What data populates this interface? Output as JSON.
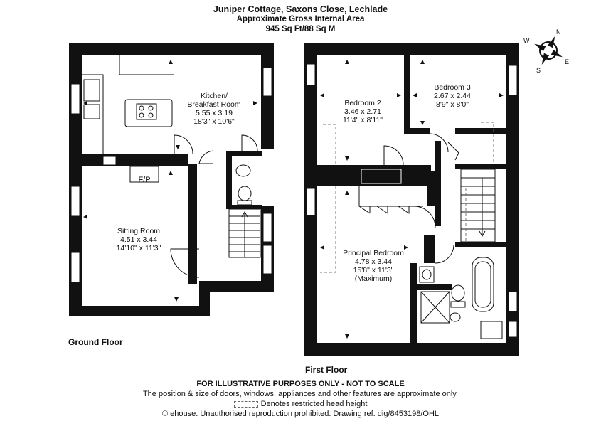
{
  "header": {
    "address": "Juniper Cottage, Saxons Close, Lechlade",
    "area_title": "Approximate Gross Internal Area",
    "area_value": "945 Sq Ft/88 Sq M"
  },
  "compass": {
    "n": "N",
    "e": "E",
    "s": "S",
    "w": "W"
  },
  "ground_floor": {
    "label": "Ground Floor",
    "kitchen": {
      "name1": "Kitchen/",
      "name2": "Breakfast Room",
      "metric": "5.55 x 3.19",
      "imperial": "18'3\" x 10'6\""
    },
    "sitting": {
      "name": "Sitting Room",
      "metric": "4.51 x 3.44",
      "imperial": "14'10\" x 11'3\""
    },
    "fireplace": "F/P"
  },
  "first_floor": {
    "label": "First Floor",
    "bedroom2": {
      "name": "Bedroom 2",
      "metric": "3.46 x 2.71",
      "imperial": "11'4\" x 8'11\""
    },
    "bedroom3": {
      "name": "Bedroom 3",
      "metric": "2.67 x 2.44",
      "imperial": "8'9\" x 8'0\""
    },
    "principal": {
      "name": "Principal Bedroom",
      "metric": "4.78 x 3.44",
      "imperial": "15'8\" x 11'3\"",
      "note": "(Maximum)"
    }
  },
  "footer": {
    "disclaimer": "FOR ILLUSTRATIVE PURPOSES ONLY - NOT TO SCALE",
    "note": "The position & size of doors, windows, appliances and other features are approximate only.",
    "legend": "Denotes restricted head height",
    "copyright": "© ehouse. Unauthorised reproduction prohibited. Drawing ref. dig/8453198/OHL"
  }
}
